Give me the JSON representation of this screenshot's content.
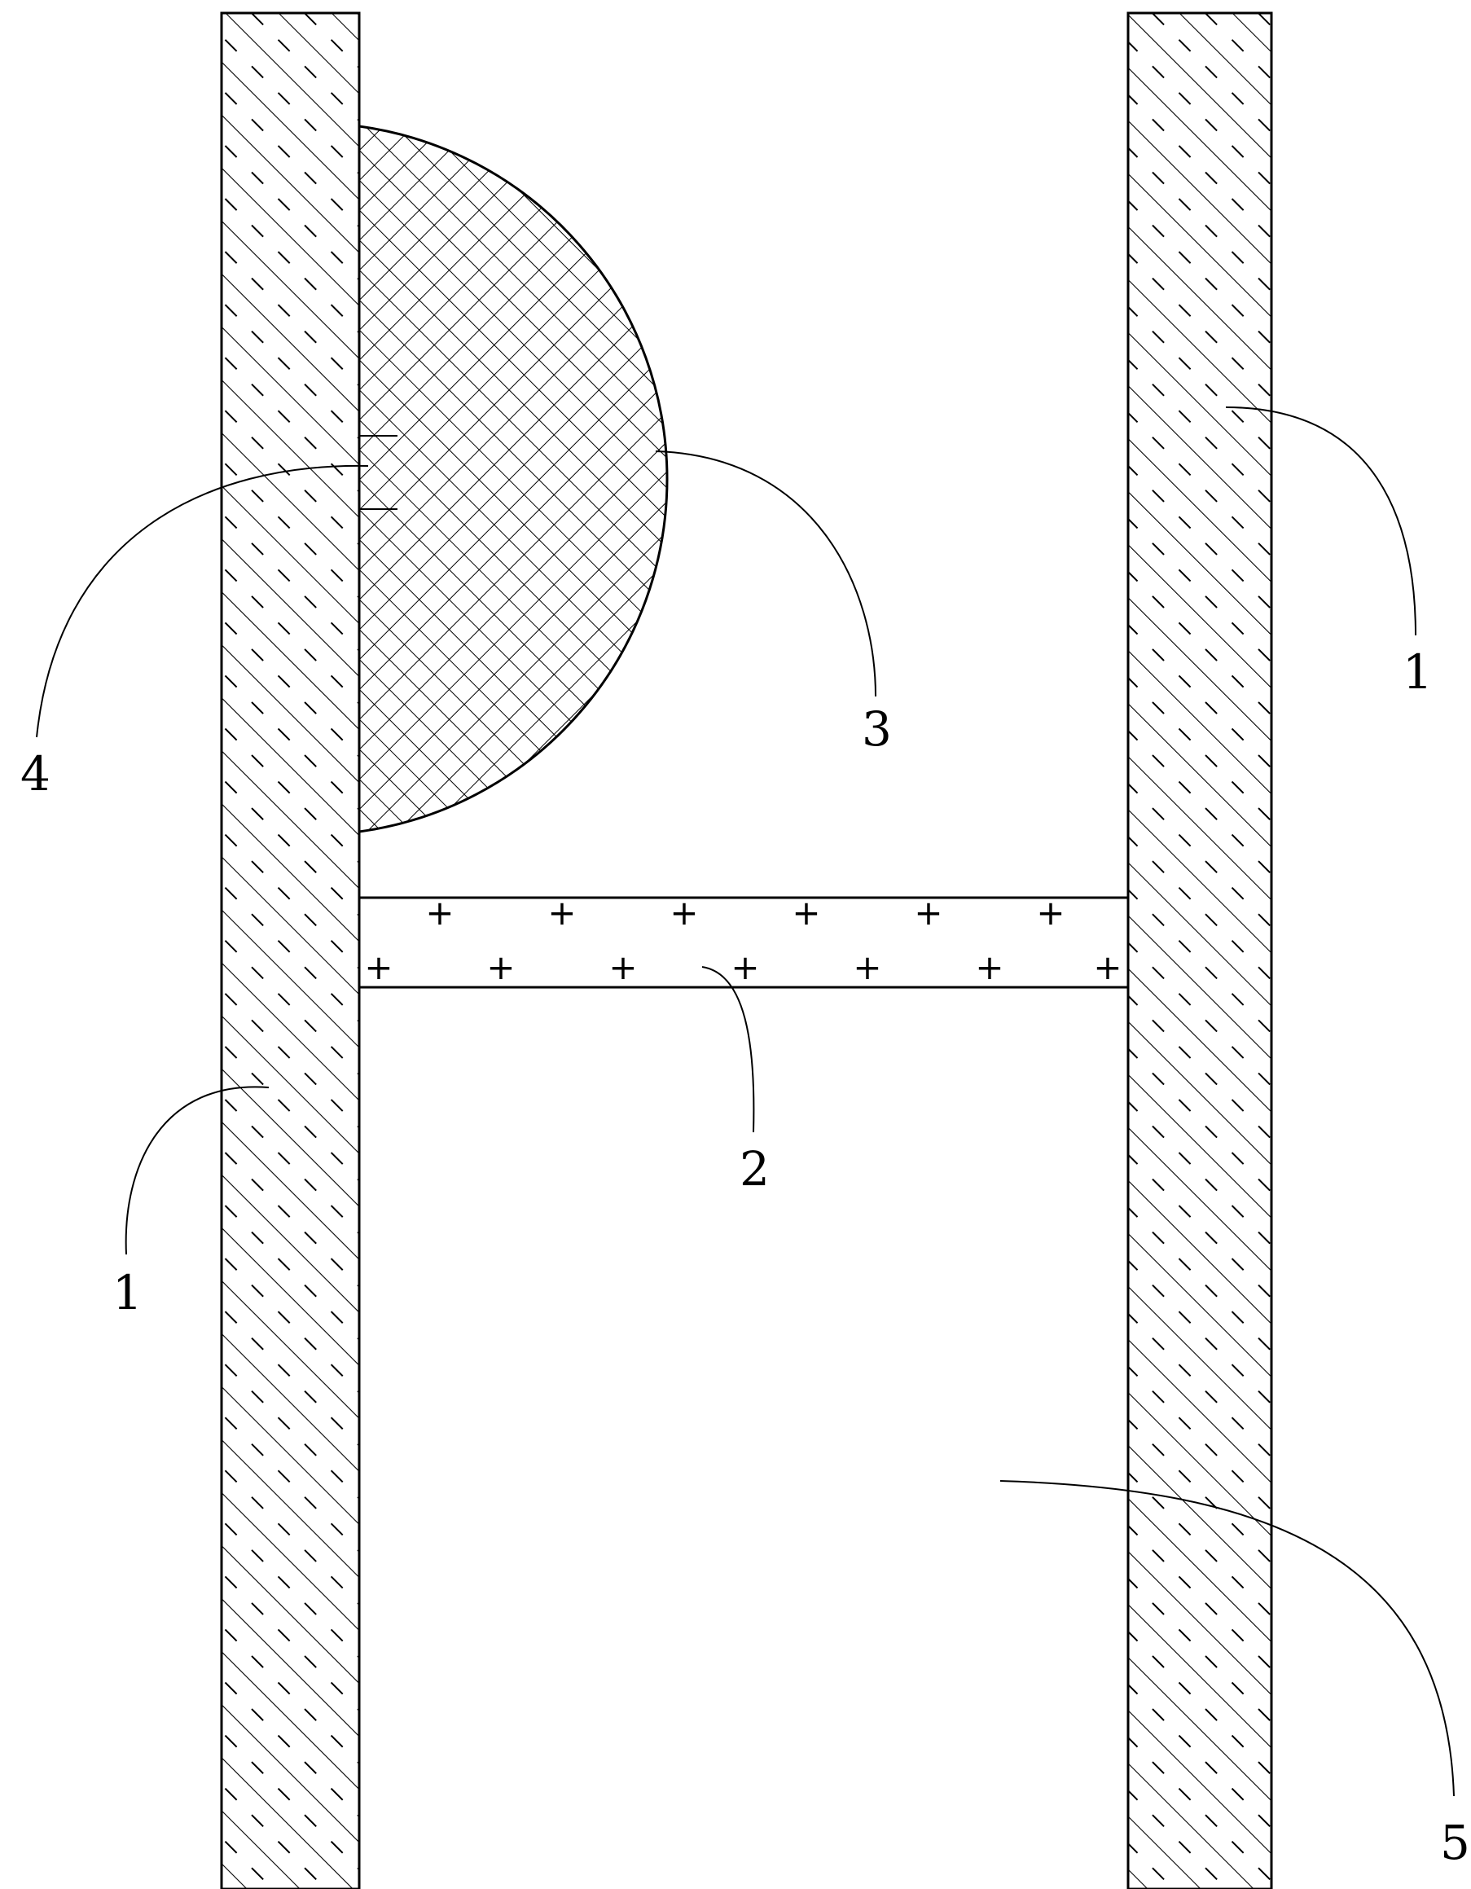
{
  "figure": {
    "labels": {
      "wall_left": "1",
      "wall_right": "1",
      "crossbar": "2",
      "hemisphere": "3",
      "joint": "4",
      "gap_space": "5"
    },
    "colors": {
      "line": "#000000",
      "background": "#ffffff"
    },
    "patterns": {
      "wall_fill": "diagonal-hatch-with-dashes",
      "hemisphere_fill": "cross-hatch",
      "crossbar_fill": "plus-sign-dots"
    }
  }
}
